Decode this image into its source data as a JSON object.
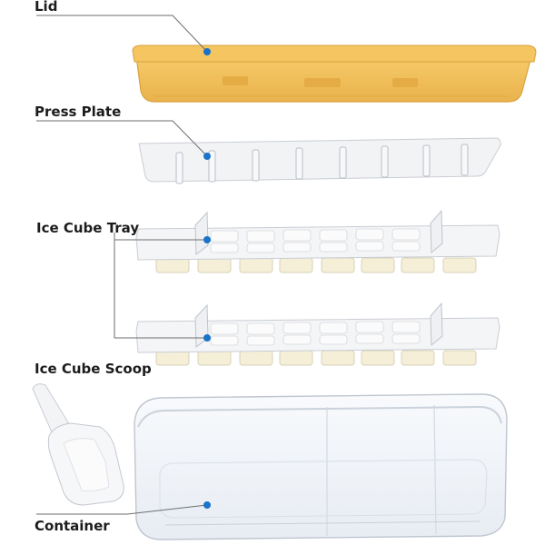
{
  "diagram": {
    "labels": {
      "lid": "Lid",
      "press_plate": "Press Plate",
      "ice_cube_tray": "Ice Cube Tray",
      "ice_cube_scoop": "Ice Cube Scoop",
      "container": "Container"
    },
    "colors": {
      "lid": "#F2BE57",
      "lid_shadow": "#D9A23E",
      "white_part": "#F4F5F7",
      "white_edge": "#C9CDD3",
      "cube": "#F5EFD8",
      "leader_line": "#6E6E6E",
      "dot": "#1A73C9",
      "container": "#EEF2F7"
    }
  }
}
